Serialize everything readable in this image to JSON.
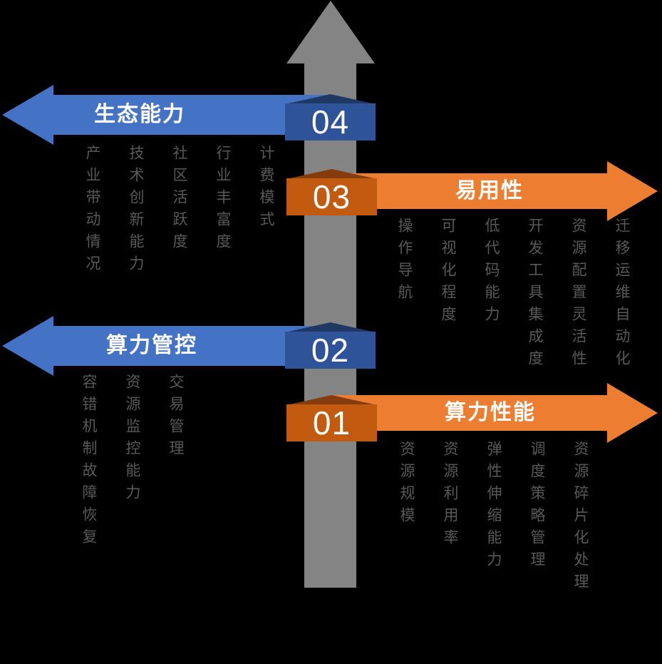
{
  "diagram": {
    "axis": {
      "direction": "up"
    },
    "levels": [
      {
        "number": "04",
        "category": "生态能力",
        "side": "left",
        "theme": "blue",
        "indicators": [
          "产业带动情况",
          "技术创新能力",
          "社区活跃度",
          "行业丰富度",
          "计费模式"
        ]
      },
      {
        "number": "03",
        "category": "易用性",
        "side": "right",
        "theme": "orange",
        "indicators": [
          "操作导航",
          "可视化程度",
          "低代码能力",
          "开发工具集成度",
          "资源配置灵活性",
          "迁移运维自动化"
        ]
      },
      {
        "number": "02",
        "category": "算力管控",
        "side": "left",
        "theme": "blue",
        "indicators": [
          "容错机制故障恢复",
          "资源监控能力",
          "交易管理"
        ]
      },
      {
        "number": "01",
        "category": "算力性能",
        "side": "right",
        "theme": "orange",
        "indicators": [
          "资源规模",
          "资源利用率",
          "弹性伸缩能力",
          "调度策略管理",
          "资源碎片化处理"
        ]
      }
    ],
    "colors": {
      "blue_arrow": "#4472C4",
      "blue_badge": "#2E5398",
      "blue_badge_roof": "#1F3864",
      "orange_arrow": "#ED7D31",
      "orange_badge": "#C25A10",
      "orange_badge_roof": "#843C0C",
      "axis_gray": "#848484",
      "indicator_text": "#595959",
      "label_text": "#FFFFFF",
      "background": "#000000"
    }
  }
}
